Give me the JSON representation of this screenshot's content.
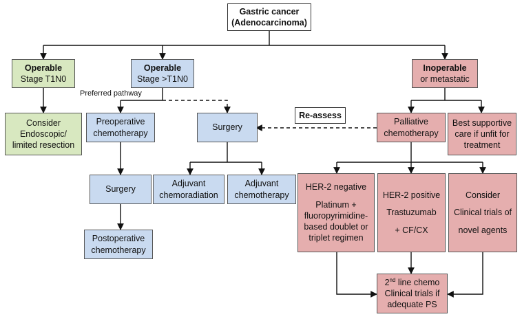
{
  "nodes": {
    "root": {
      "title": "Gastric cancer",
      "sub": "(Adenocarcinoma)"
    },
    "op_t1n0": {
      "title": "Operable",
      "sub": "Stage T1N0"
    },
    "op_gt": {
      "title": "Operable",
      "sub": "Stage >T1N0"
    },
    "inop": {
      "title": "Inoperable",
      "sub": "or metastatic"
    },
    "endo": {
      "l1": "Consider",
      "l2": "Endoscopic/",
      "l3": "limited resection"
    },
    "preop": {
      "l1": "Preoperative",
      "l2": "chemotherapy"
    },
    "surgery_c": {
      "l1": "Surgery"
    },
    "reassess": {
      "l1": "Re-assess"
    },
    "palliative": {
      "l1": "Palliative",
      "l2": "chemotherapy"
    },
    "bsc": {
      "l1": "Best supportive",
      "l2": "care if unfit for",
      "l3": "treatment"
    },
    "surgery_l": {
      "l1": "Surgery"
    },
    "adj_cr": {
      "l1": "Adjuvant",
      "l2": "chemoradiation"
    },
    "adj_ct": {
      "l1": "Adjuvant",
      "l2": "chemotherapy"
    },
    "postop": {
      "l1": "Postoperative",
      "l2": "chemotherapy"
    },
    "her_neg": {
      "l1": "HER-2 negative",
      "l2": "Platinum +",
      "l3": "fluoropyrimidine-",
      "l4": "based doublet or",
      "l5": "triplet regimen"
    },
    "her_pos": {
      "l1": "HER-2 positive",
      "l2": "Trastuzumab",
      "l3": "+ CF/CX"
    },
    "trials": {
      "l1": "Consider",
      "l2": "Clinical trials of",
      "l3": "novel agents"
    },
    "second": {
      "l1a": "2",
      "l1sup": "nd",
      "l1b": " line chemo",
      "l2": "Clinical trials if",
      "l3": "adequate PS"
    }
  },
  "labels": {
    "preferred": "Preferred pathway"
  }
}
